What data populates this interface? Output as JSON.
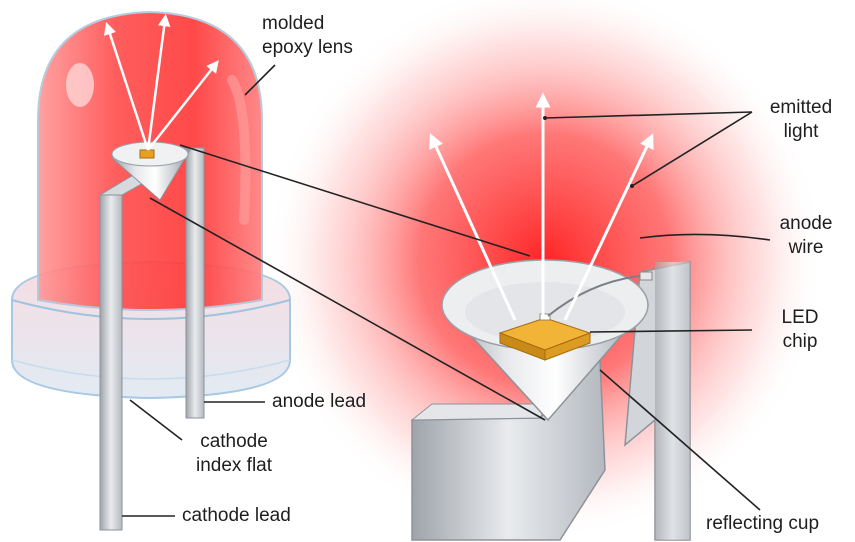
{
  "labels": {
    "molded_epoxy_lens": [
      "molded",
      "epoxy lens"
    ],
    "emitted_light": [
      "emitted",
      "light"
    ],
    "anode_wire": [
      "anode",
      "wire"
    ],
    "led_chip": [
      "LED",
      "chip"
    ],
    "anode_lead": "anode lead",
    "cathode_index_flat": [
      "cathode",
      "index flat"
    ],
    "cathode_lead": "cathode lead",
    "reflecting_cup": "reflecting cup"
  },
  "colors": {
    "glow": "#ff2a2a",
    "lens": "#ff6a6a",
    "metal": "#c9ccd0",
    "chip": "#e8a020",
    "leader": "#222222",
    "ray": "#ffffff"
  }
}
